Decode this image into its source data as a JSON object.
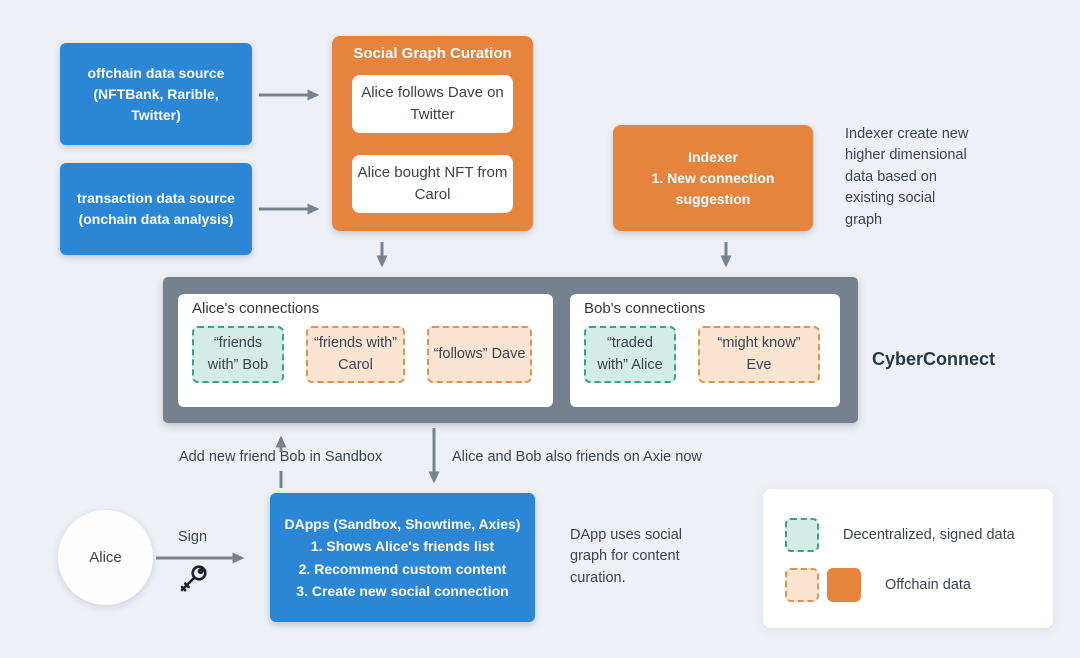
{
  "palette": {
    "background": "#edf1f6",
    "box_blue": "#2c86d6",
    "box_orange": "#e6833c",
    "container_gray": "#75818e",
    "decentralized_fill": "#d3ece5",
    "decentralized_border": "#36a295",
    "offchain_fill": "#fbe4d0",
    "offchain_border": "#dd9256",
    "arrow_gray": "#76828f",
    "text_dark": "#3a4350"
  },
  "nodes": {
    "offchain_source": {
      "label": "offchain data source (NFTBank, Rarible, Twitter)"
    },
    "transaction_source": {
      "label": "transaction data source (onchain data analysis)"
    },
    "curation": {
      "title": "Social Graph Curation",
      "card1": "Alice follows Dave on Twitter",
      "card2": "Alice bought NFT from Carol"
    },
    "indexer": {
      "label": "Indexer\n1. New connection suggestion",
      "note": "Indexer create new higher dimensional data based on existing social graph"
    },
    "cyberconnect": {
      "brand": "CyberConnect",
      "alice_panel": {
        "title": "Alice's connections",
        "chips": [
          {
            "label": "“friends with” Bob",
            "kind": "decentralized"
          },
          {
            "label": "“friends with” Carol",
            "kind": "offchain"
          },
          {
            "label": "“follows” Dave",
            "kind": "offchain"
          }
        ]
      },
      "bob_panel": {
        "title": "Bob's connections",
        "chips": [
          {
            "label": "“traded with” Alice",
            "kind": "decentralized"
          },
          {
            "label": "“might know” Eve",
            "kind": "offchain"
          }
        ]
      }
    },
    "dapps": {
      "label": "DApps (Sandbox, Showtime, Axies)\n1. Shows Alice's friends list\n2. Recommend custom content\n3. Create new social connection",
      "note": "DApp uses social graph for content curation."
    },
    "alice": {
      "label": "Alice"
    }
  },
  "edges": {
    "sign_label": "Sign",
    "add_friend_label": "Add new friend Bob in Sandbox",
    "axie_label": "Alice and Bob also friends on Axie now"
  },
  "legend": {
    "decentralized_label": "Decentralized, signed data",
    "offchain_label": "Offchain data"
  },
  "icons": {
    "sign_key": "key-icon"
  }
}
